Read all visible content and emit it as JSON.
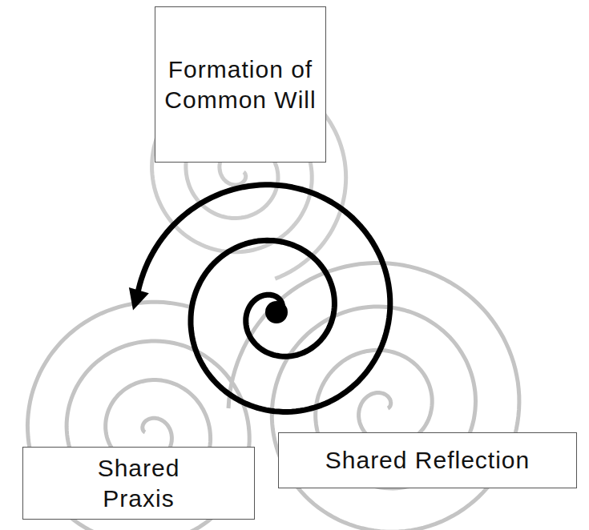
{
  "diagram": {
    "nodes": [
      {
        "text": [
          "Formation of Common Will"
        ]
      },
      {
        "text": [
          "Shared Praxis"
        ]
      },
      {
        "text": [
          "Shared Reflection"
        ]
      }
    ]
  }
}
